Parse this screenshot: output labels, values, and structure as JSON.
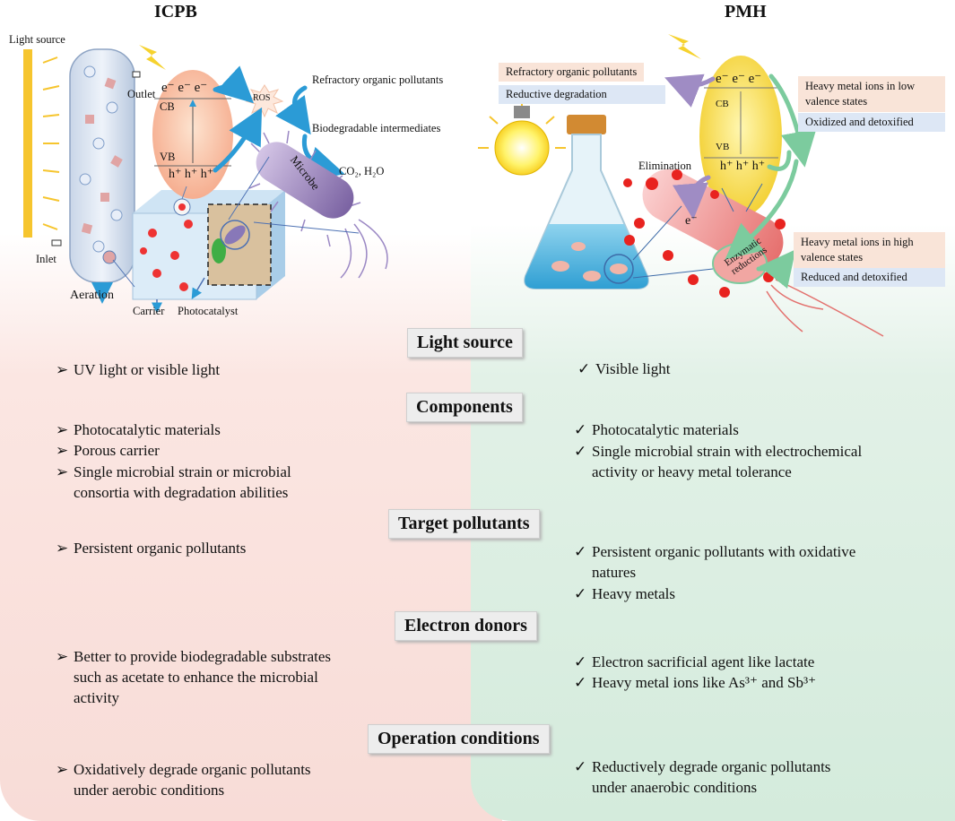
{
  "titles": {
    "left": "ICPB",
    "right": "PMH"
  },
  "icpb_diagram": {
    "light_source": "Light source",
    "outlet": "Outlet",
    "inlet": "Inlet",
    "aeration": "Aeration",
    "carrier": "Carrier",
    "photocatalyst": "Photocatalyst",
    "microbe": "Microbe",
    "ros": "ROS",
    "cb": "CB",
    "vb": "VB",
    "electrons": "e⁻ e⁻ e⁻",
    "holes": "h⁺ h⁺ h⁺",
    "refractory": "Refractory organic pollutants",
    "biodegradable": "Biodegradable intermediates",
    "co2": "CO₂, H₂O"
  },
  "pmh_diagram": {
    "refractory": "Refractory organic pollutants",
    "reductive": "Reductive degradation",
    "cb": "CB",
    "vb": "VB",
    "electrons": "e⁻ e⁻ e⁻",
    "holes": "h⁺ h⁺ h⁺",
    "elimination": "Elimination",
    "e_single": "e⁻",
    "enzymatic": "Enzymatic reductions",
    "low_valence_1": "Heavy metal ions in low",
    "low_valence_2": "valence states",
    "oxidized": "Oxidized and detoxified",
    "high_valence_1": "Heavy metal ions in high",
    "high_valence_2": "valence states",
    "reduced": "Reduced and detoxified"
  },
  "sections": {
    "light_source": "Light source",
    "components": "Components",
    "target_pollutants": "Target pollutants",
    "electron_donors": "Electron donors",
    "operation_conditions": "Operation conditions"
  },
  "icpb": {
    "light": [
      "UV light or visible light"
    ],
    "components": [
      "Photocatalytic materials",
      "Porous carrier",
      "Single microbial strain or microbial",
      "consortia with degradation abilities"
    ],
    "targets": [
      "Persistent organic pollutants"
    ],
    "donors": [
      "Better to provide biodegradable substrates",
      "such as acetate to enhance the microbial",
      "activity"
    ],
    "conditions": [
      "Oxidatively degrade organic pollutants",
      "under aerobic conditions"
    ]
  },
  "pmh": {
    "light": [
      "Visible light"
    ],
    "components": [
      "Photocatalytic materials",
      "Single microbial strain with electrochemical",
      "activity or heavy metal tolerance"
    ],
    "targets": [
      "Persistent organic pollutants with oxidative",
      "natures",
      "Heavy metals"
    ],
    "donors": [
      "Electron sacrificial agent like lactate",
      "Heavy metal ions like As³⁺ and Sb³⁺"
    ],
    "conditions": [
      "Reductively degrade organic pollutants",
      "under anaerobic conditions"
    ]
  },
  "markers": {
    "arrow": "➢",
    "check": "✓"
  },
  "colors": {
    "left_bg": "#f8dcd7",
    "right_bg": "#d4ebdc",
    "arrow_blue": "#2b9bd6",
    "arrow_green": "#7ccb9e"
  }
}
